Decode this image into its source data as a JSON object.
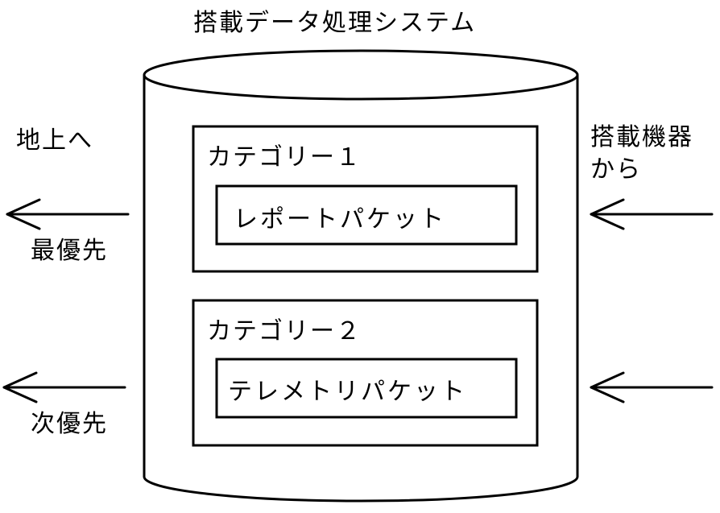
{
  "title": "搭載データ処理システム",
  "left": {
    "destination": "地上へ",
    "priority_high": "最優先",
    "priority_next": "次優先"
  },
  "right": {
    "source_line1": "搭載機器",
    "source_line2": "から"
  },
  "categories": [
    {
      "name": "カテゴリー１",
      "packet": "レポートパケット"
    },
    {
      "name": "カテゴリー２",
      "packet": "テレメトリパケット"
    }
  ],
  "colors": {
    "stroke": "#000000",
    "background": "#ffffff"
  }
}
